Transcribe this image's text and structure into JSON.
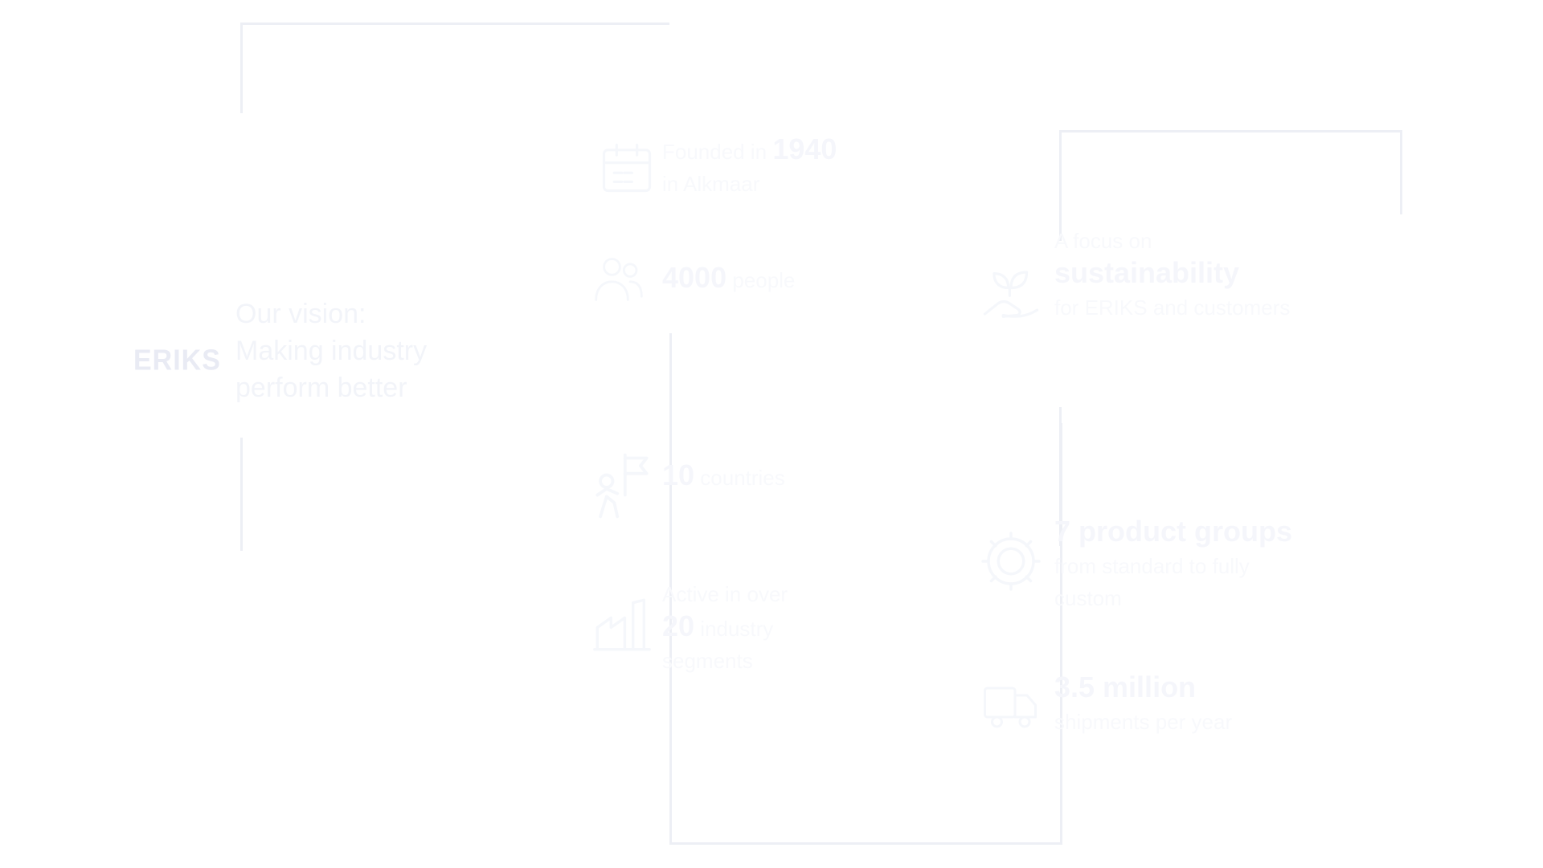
{
  "slide": {
    "logo_text": "ERIKS",
    "heading": {
      "line1": "Our vision:",
      "line2": "Making industry",
      "line3": "perform better"
    },
    "stats_left": [
      {
        "icon": "calendar-icon",
        "line1_pre": "Founded in ",
        "line1_em": "1940",
        "line2_pre": "in Alkmaar"
      },
      {
        "icon": "people-icon",
        "line1_em": "4000",
        "line1_post": " people"
      },
      {
        "icon": "flag-icon",
        "line1_em": "10",
        "line1_post": " countries"
      },
      {
        "icon": "factory-icon",
        "line1_pre": "Active in over",
        "line2_em": "20",
        "line2_post": " industry",
        "line3_pre": "segments"
      }
    ],
    "stats_right": [
      {
        "icon": "sustainability-icon",
        "line1_pre": "A focus on",
        "line2_em": "sustainability",
        "line3_pre": "for ERIKS and customers"
      },
      {
        "icon": "gear-icon",
        "line1_em": "7 product groups",
        "line2_pre": "from standard to fully",
        "line3_pre": "custom"
      },
      {
        "icon": "truck-icon",
        "line1_em": "3.5 million",
        "line2_pre": "shipments per year"
      }
    ],
    "colors": {
      "background": "#ffffff",
      "card_border": "#edeff5",
      "logo": "#e9ebf4",
      "heading_text": "#f2f4f9",
      "stat_text": "#f8f9fc"
    }
  }
}
